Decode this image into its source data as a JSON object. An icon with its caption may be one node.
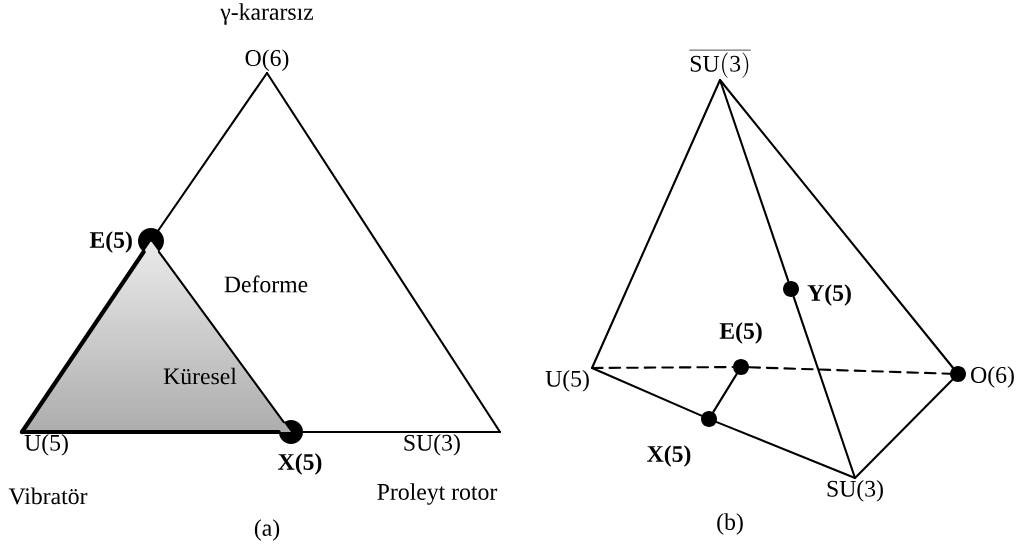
{
  "diagram": {
    "nodes": [
      {
        "text": [
          "O(6)"
        ],
        "beside": [
          "γ-kararsız"
        ]
      },
      {
        "text": [
          "U(5)"
        ],
        "beside": [
          "Vibratör"
        ]
      },
      {
        "text": [
          "SU(3)"
        ],
        "beside": [
          "Proleyt rotor"
        ]
      },
      {
        "text": [],
        "shape": "circle",
        "beside": [
          "E(5)"
        ]
      },
      {
        "text": [],
        "shape": "circle",
        "beside": [
          "X(5)"
        ]
      },
      {
        "text": [
          "Küresel"
        ]
      },
      {
        "text": [
          "\\overline{\\mathrm{SU(3)}}"
        ]
      },
      {
        "text": [
          "U(5)"
        ]
      },
      {
        "text": [],
        "shape": "circle",
        "beside": [
          "O(6)"
        ]
      },
      {
        "text": [
          "SU(3)"
        ]
      },
      {
        "text": [],
        "shape": "circle",
        "beside": [
          "E(5)"
        ]
      },
      {
        "text": [],
        "shape": "circle",
        "beside": [
          "X(5)"
        ]
      },
      {
        "text": [],
        "shape": "circle",
        "beside": [
          "Y(5)"
        ]
      }
    ],
    "edges": [
      {
        "from": 0,
        "to": 3,
        "arrow": "none"
      },
      {
        "from": 3,
        "to": 1,
        "arrow": "none",
        "style": "thick"
      },
      {
        "from": 1,
        "to": 4,
        "arrow": "none",
        "style": "thick"
      },
      {
        "from": 4,
        "to": 2,
        "arrow": "none"
      },
      {
        "from": 2,
        "to": 0,
        "arrow": "none"
      },
      {
        "from": 3,
        "to": 4,
        "arrow": "none"
      },
      {
        "from": 6,
        "to": 7,
        "arrow": "none"
      },
      {
        "from": 6,
        "to": 12,
        "arrow": "none"
      },
      {
        "from": 12,
        "to": 9,
        "arrow": "none"
      },
      {
        "from": 6,
        "to": 8,
        "arrow": "none"
      },
      {
        "from": 7,
        "to": 10,
        "arrow": "none",
        "style": "dashed"
      },
      {
        "from": 10,
        "to": 8,
        "arrow": "none",
        "style": "dashed"
      },
      {
        "from": 7,
        "to": 11,
        "arrow": "none"
      },
      {
        "from": 11,
        "to": 9,
        "arrow": "none"
      },
      {
        "from": 9,
        "to": 8,
        "arrow": "none"
      },
      {
        "from": 11,
        "to": 10,
        "arrow": "none"
      }
    ],
    "labels": [
      "Deforme",
      "(a)",
      "(b)"
    ]
  }
}
